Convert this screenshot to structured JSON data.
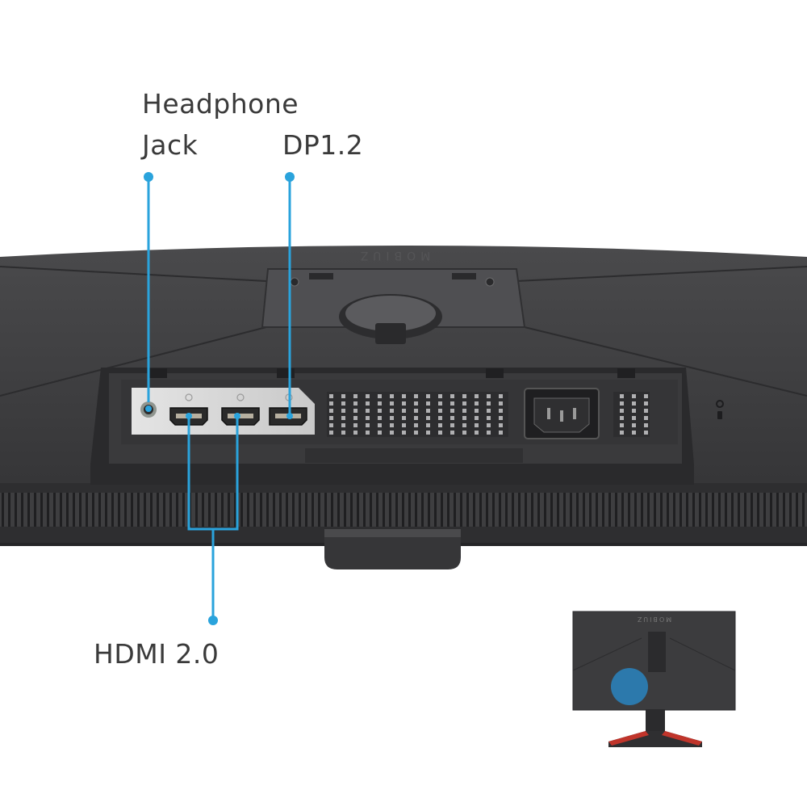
{
  "labels": {
    "headphone_line1": "Headphone",
    "headphone_line2": "Jack",
    "dp": "DP1.2",
    "hdmi": "HDMI 2.0"
  },
  "panel_logo": "MOBIUZ",
  "colors": {
    "callout": "#2aa3dc",
    "label_text": "#3a3a3a",
    "monitor_body": "#3d3d3f",
    "io_plate": "#d6d6d6",
    "stand_accent": "#c0352b"
  },
  "icons": [
    "headphone-jack-port",
    "hdmi-port",
    "displayport-port",
    "ac-power-port",
    "kensington-lock-icon",
    "vent-grille"
  ]
}
